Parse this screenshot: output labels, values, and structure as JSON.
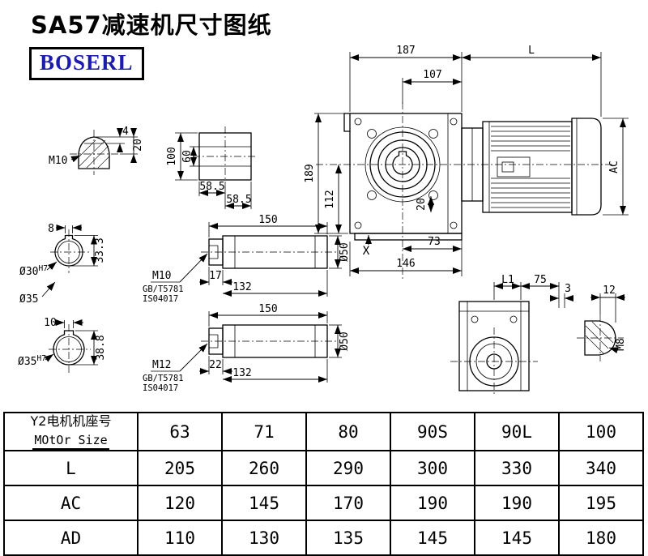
{
  "page": {
    "title": "SA57减速机尺寸图纸",
    "logo": "BOSERL"
  },
  "views": {
    "shaft_end_top": {
      "thread": "M10",
      "dim_4": "4",
      "dim_20": "20"
    },
    "top_view": {
      "dim_100": "100",
      "dim_60": "60",
      "dim_58_5_a": "58.5",
      "dim_58_5_b": "58.5"
    },
    "bore_small": {
      "dim_8": "8",
      "bore": "Ø30",
      "tolerance": "H7",
      "dim_33_3": "33.3",
      "extra_label": "Ø35"
    },
    "shaft_m10": {
      "dim_150": "150",
      "thread": "M10",
      "std_line1": "GB/T5781",
      "std_line2": "IS04017",
      "dim_17": "17",
      "dim_132": "132",
      "diameter": "Ø50"
    },
    "bore_large": {
      "dim_10": "10",
      "bore": "Ø35",
      "tolerance": "H7",
      "dim_38_8": "38.8"
    },
    "shaft_m12": {
      "dim_150": "150",
      "thread": "M12",
      "std_line1": "GB/T5781",
      "std_line2": "IS04017",
      "dim_22": "22",
      "dim_132": "132",
      "diameter": "Ø50"
    },
    "side_view": {
      "dim_187": "187",
      "dim_l": "L",
      "dim_107": "107",
      "dim_189": "189",
      "dim_112": "112",
      "dim_ac": "AC",
      "dim_20": "20",
      "dim_73": "73",
      "dim_146": "146",
      "label_x": "X"
    },
    "front_view": {
      "dim_l1": "L1",
      "dim_75": "75",
      "dim_3": "3"
    },
    "shaft_end_right": {
      "dim_12": "12",
      "thread": "M8"
    }
  },
  "table": {
    "header": {
      "line1": "Y2电机机座号",
      "line2": "MOtOr Size"
    },
    "motor_sizes": [
      "63",
      "71",
      "80",
      "90S",
      "90L",
      "100"
    ],
    "rows": [
      {
        "label": "L",
        "values": [
          "205",
          "260",
          "290",
          "300",
          "330",
          "340"
        ]
      },
      {
        "label": "AC",
        "values": [
          "120",
          "145",
          "170",
          "190",
          "190",
          "195"
        ]
      },
      {
        "label": "AD",
        "values": [
          "110",
          "130",
          "135",
          "145",
          "145",
          "180"
        ]
      }
    ]
  }
}
